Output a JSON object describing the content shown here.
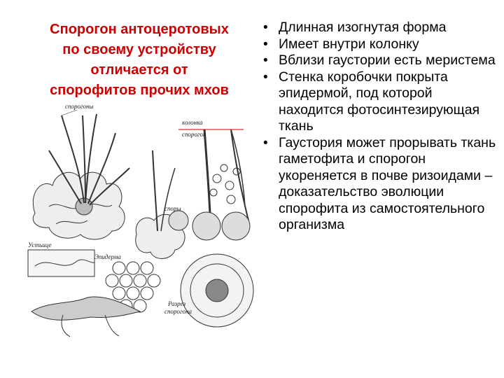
{
  "title_lines": [
    "Спорогон антоцеротовых",
    "по своему устройству",
    "отличается от",
    "спорофитов прочих мхов"
  ],
  "bullets": [
    "Длинная изогнутая форма",
    "Имеет внутри колонку",
    "Вблизи гаустории есть меристема",
    "Стенка коробочки покрыта эпидермой, под которой находится фотосинтезирующая ткань",
    "Гаустория может прорывать ткань гаметофита и спорогон укореняется в почве ризоидами – доказательство эволюции спорофита из самостоятельного организма"
  ],
  "figure_labels": {
    "sporogons": "спорогоны",
    "column": "колонка",
    "sporogon": "спорогон",
    "spores": "споры",
    "stomata": "Устьице",
    "epidermis": "Эпидерма",
    "section": "Разрез",
    "section2": "спорогона"
  },
  "colors": {
    "title": "#cc0000",
    "text": "#000000"
  }
}
